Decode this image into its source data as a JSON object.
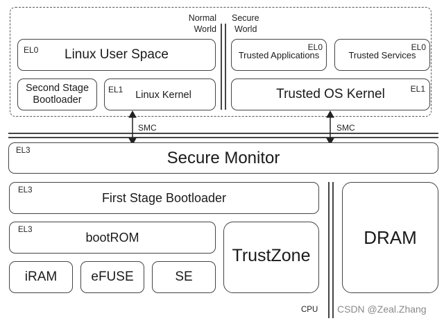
{
  "diagram": {
    "worlds": {
      "normal": "Normal\nWorld",
      "normal_line1": "Normal",
      "normal_line2": "World",
      "secure_line1": "Secure",
      "secure_line2": "World"
    },
    "normal_world": {
      "linux_user_space": {
        "el": "EL0",
        "label": "Linux User Space"
      },
      "second_stage_bootloader": {
        "line1": "Second Stage",
        "line2": "Bootloader"
      },
      "linux_kernel": {
        "el": "EL1",
        "label": "Linux Kernel"
      }
    },
    "secure_world": {
      "trusted_applications": {
        "el": "EL0",
        "label": "Trusted Applications"
      },
      "trusted_services": {
        "el": "EL0",
        "label": "Trusted Services"
      },
      "trusted_os_kernel": {
        "el": "EL1",
        "label": "Trusted OS Kernel"
      }
    },
    "smc_left": "SMC",
    "smc_right": "SMC",
    "secure_monitor": {
      "el": "EL3",
      "label": "Secure Monitor"
    },
    "first_stage_bootloader": {
      "el": "EL3",
      "label": "First Stage Bootloader"
    },
    "bootrom": {
      "el": "EL3",
      "label": "bootROM"
    },
    "iram": "iRAM",
    "efuse": "eFUSE",
    "se": "SE",
    "trustzone": "TrustZone",
    "dram": "DRAM",
    "cpu": "CPU",
    "watermark": "CSDN @Zeal.Zhang"
  }
}
